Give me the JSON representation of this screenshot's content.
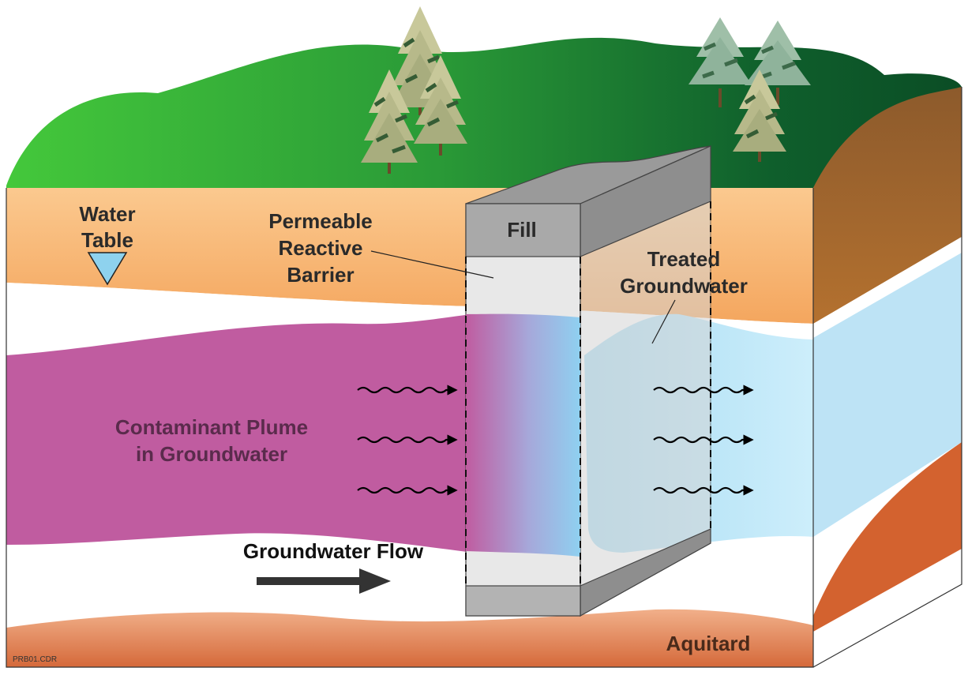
{
  "labels": {
    "water_table_1": "Water",
    "water_table_2": "Table",
    "prb_1": "Permeable",
    "prb_2": "Reactive",
    "prb_3": "Barrier",
    "fill": "Fill",
    "treated_1": "Treated",
    "treated_2": "Groundwater",
    "plume_1": "Contaminant Plume",
    "plume_2": "in Groundwater",
    "flow": "Groundwater Flow",
    "aquitard": "Aquitard",
    "file_code": "PRB01.CDR"
  },
  "colors": {
    "grass_light": "#3fc23a",
    "grass_dark": "#0e5a2a",
    "soil": "#f7b575",
    "soil_side": "#8b5a2b",
    "aquitard": "#d86a34",
    "plume": "#c05ca0",
    "treated_water": "#bfe6f7",
    "barrier": "#e6e6e6",
    "barrier_top": "#a8a8a8"
  }
}
